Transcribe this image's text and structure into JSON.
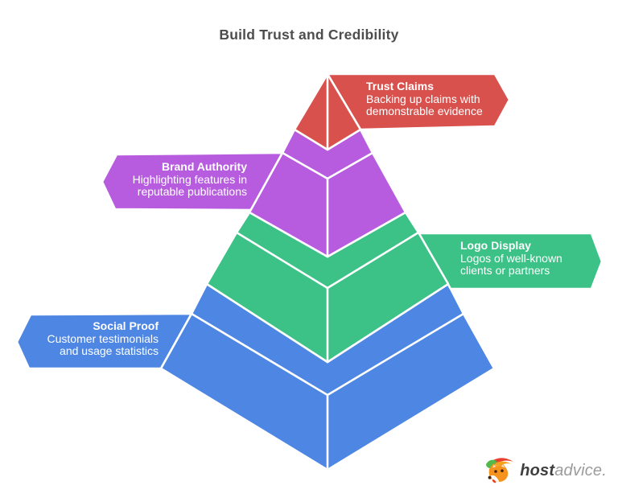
{
  "title": "Build Trust and Credibility",
  "title_color": "#4d4d4d",
  "levels": [
    {
      "name": "Trust Claims",
      "description_line1": "Backing up claims with",
      "description_line2": "demonstrable evidence",
      "color": "#d9514d",
      "callout_side": "right"
    },
    {
      "name": "Brand Authority",
      "description_line1": "Highlighting features in",
      "description_line2": "reputable publications",
      "color": "#b75cdf",
      "callout_side": "left"
    },
    {
      "name": "Logo Display",
      "description_line1": "Logos of well-known",
      "description_line2": "clients or partners",
      "color": "#3cc287",
      "callout_side": "right"
    },
    {
      "name": "Social Proof",
      "description_line1": "Customer testimonials",
      "description_line2": "and usage statistics",
      "color": "#4d86e3",
      "callout_side": "left"
    }
  ],
  "logo": {
    "icon": "fox-mascot-icon",
    "text_bold": "host",
    "text_light": "advice.",
    "bold_color": "#3f3f3f",
    "light_color": "#9b9b9b"
  }
}
